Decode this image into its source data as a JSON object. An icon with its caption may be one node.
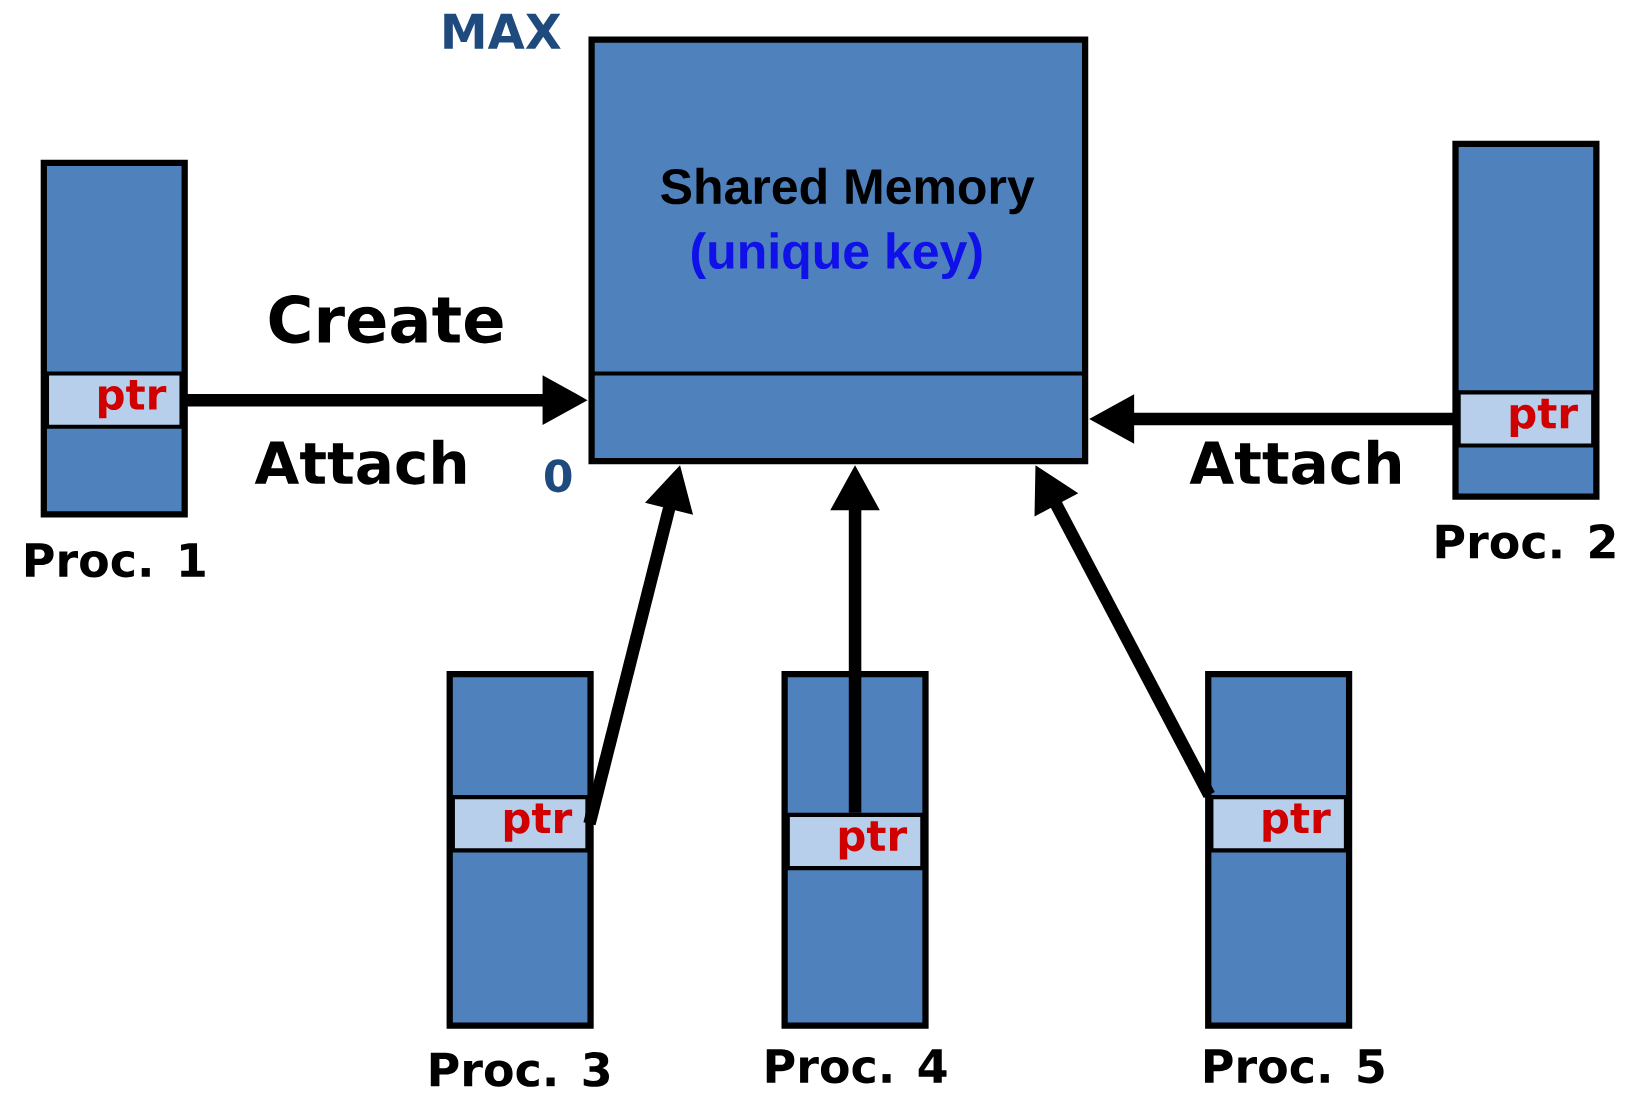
{
  "diagram": {
    "nodes": [
      {
        "text": [
          "Shared Memory",
          "(unique key)"
        ],
        "beside": [
          "MAX",
          "0"
        ]
      },
      {
        "text": [
          "Proc. 1"
        ]
      },
      {
        "text": [
          "ptr"
        ],
        "in": 1
      },
      {
        "text": [
          "Proc. 2"
        ]
      },
      {
        "text": [
          "ptr"
        ],
        "in": 3
      },
      {
        "text": [
          "Proc. 3"
        ]
      },
      {
        "text": [
          "ptr"
        ],
        "in": 5
      },
      {
        "text": [
          "Proc. 4"
        ]
      },
      {
        "text": [
          "ptr"
        ],
        "in": 7
      },
      {
        "text": [
          "Proc. 5"
        ]
      },
      {
        "text": [
          "ptr"
        ],
        "in": 9
      }
    ],
    "edges": [
      {
        "from": 2,
        "to": 0,
        "arrow": "to",
        "label": "Create"
      },
      {
        "from": 4,
        "to": 0,
        "arrow": "to"
      },
      {
        "from": 6,
        "to": 0,
        "arrow": "to"
      },
      {
        "from": 8,
        "to": 0,
        "arrow": "to"
      },
      {
        "from": 10,
        "to": 0,
        "arrow": "to"
      }
    ],
    "labels": [
      "Attach",
      "Attach"
    ]
  }
}
